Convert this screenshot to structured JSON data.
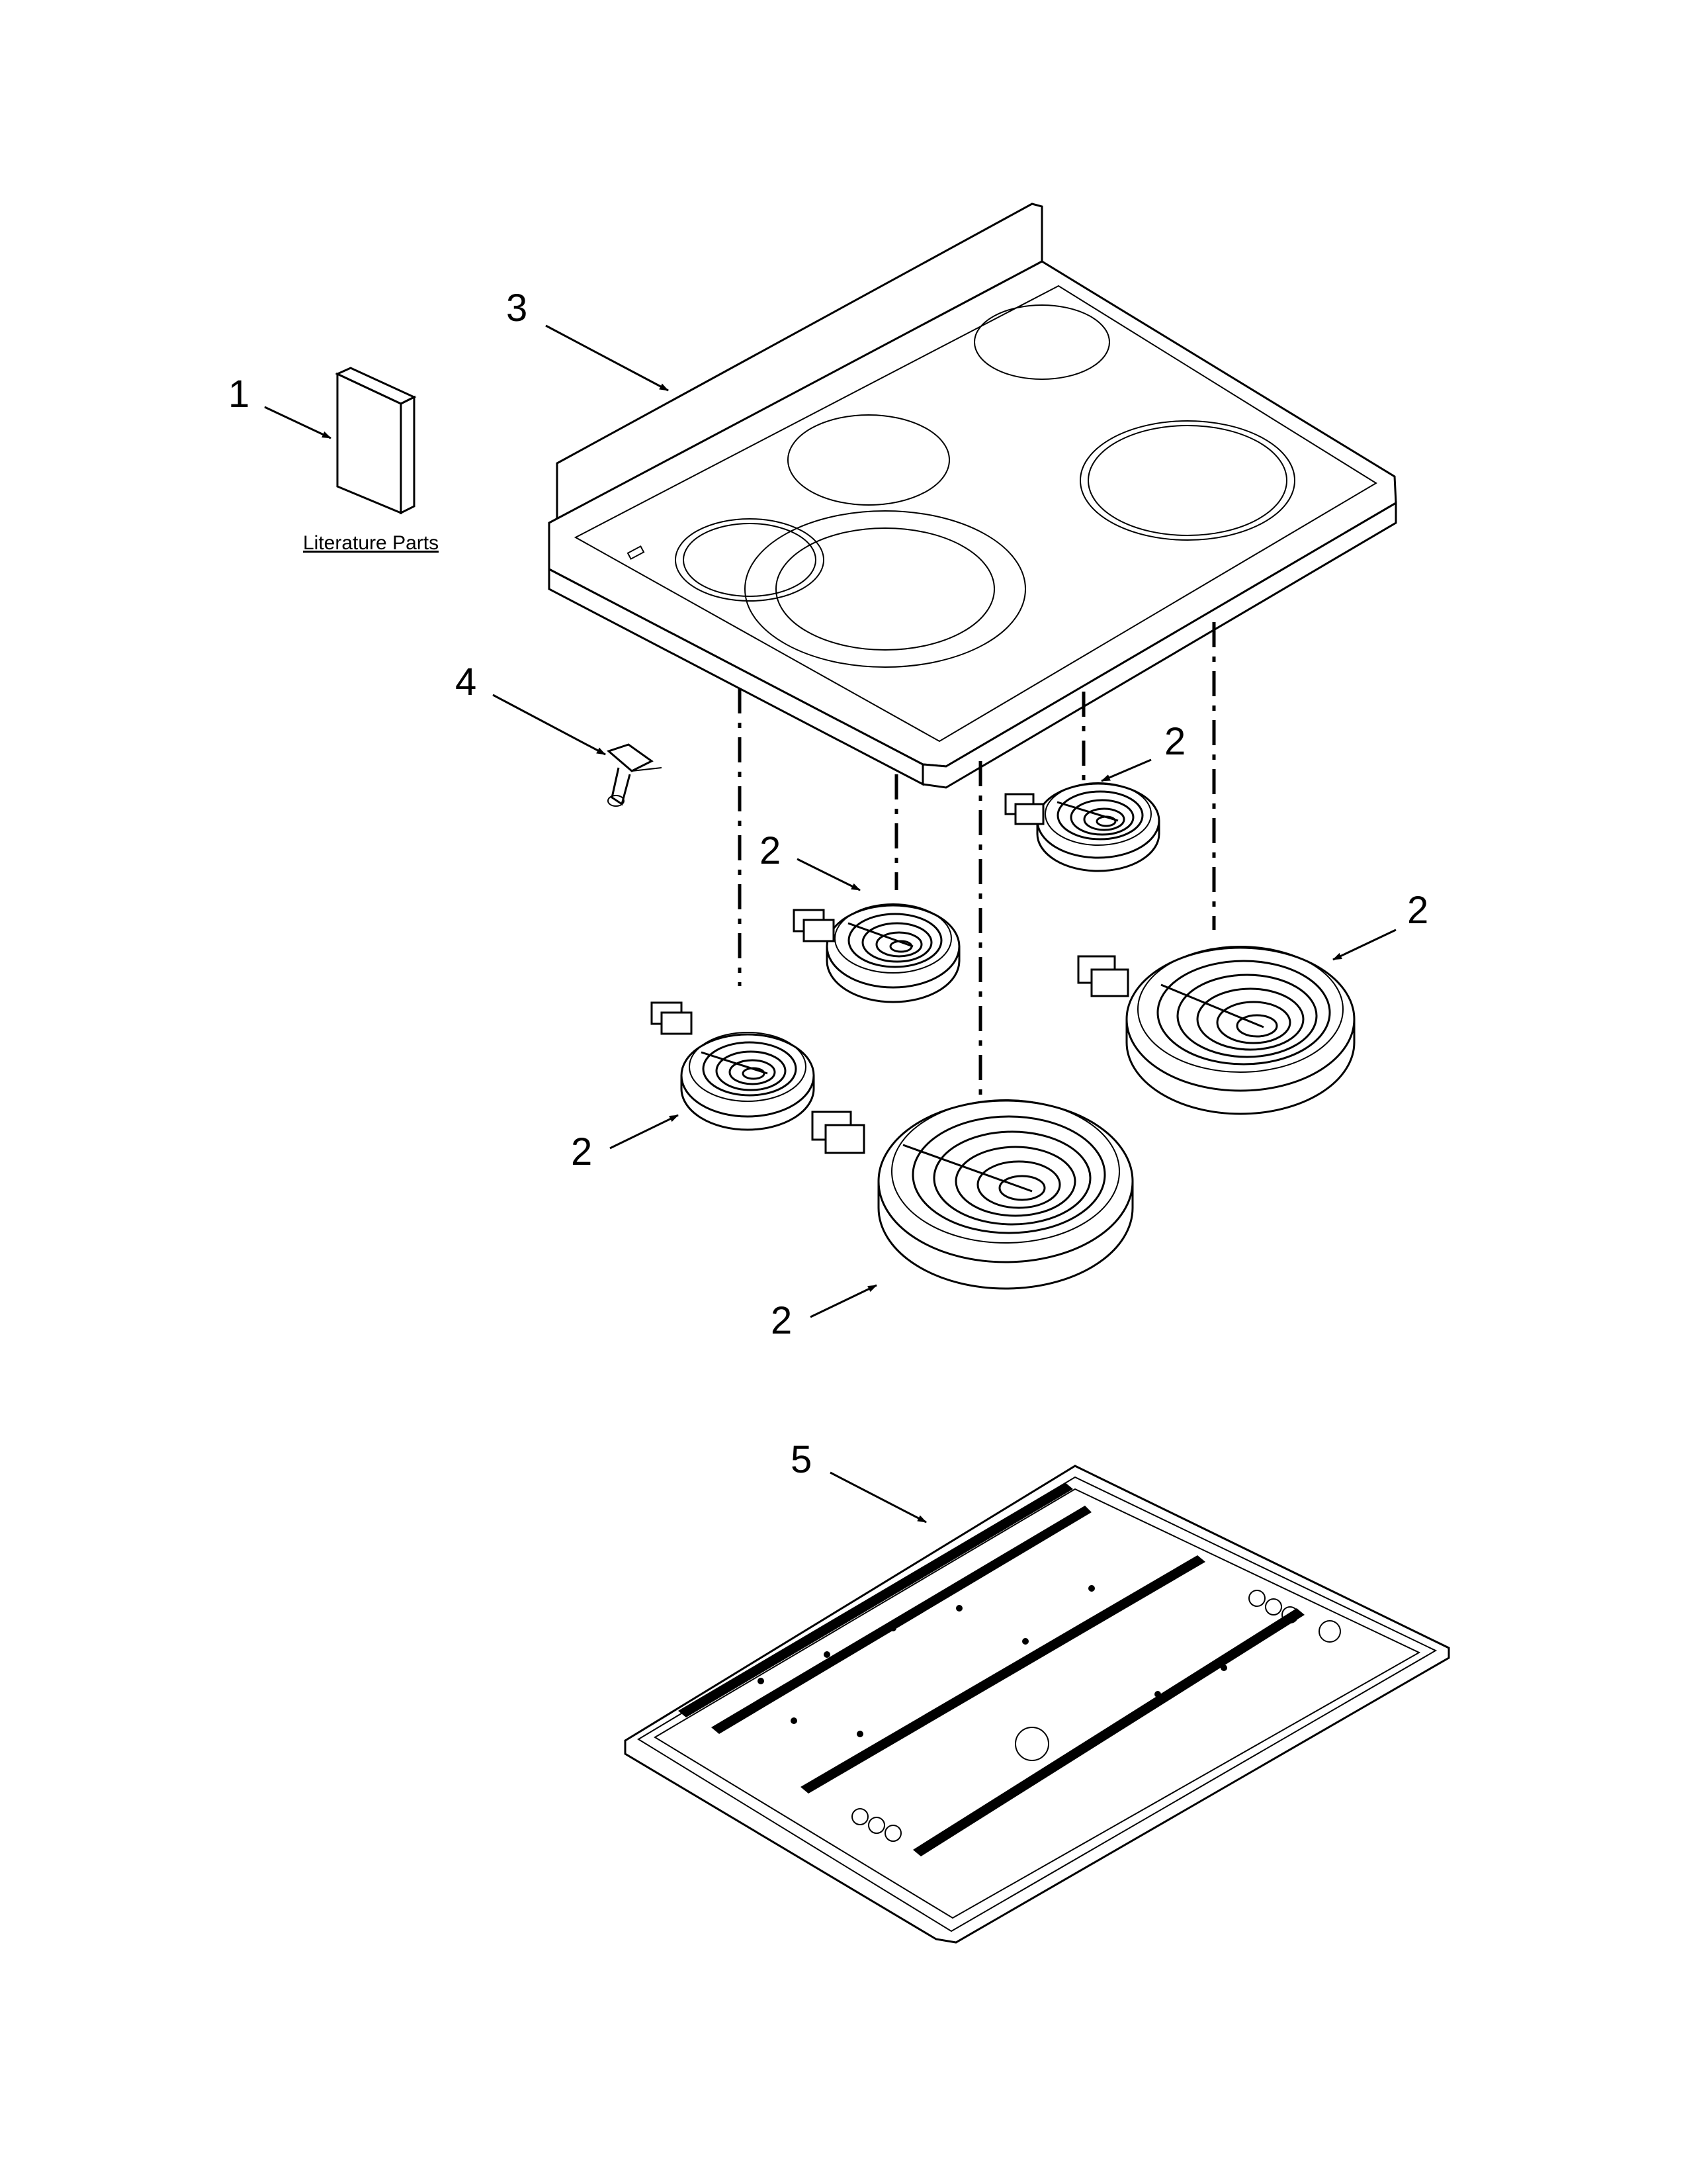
{
  "callouts": {
    "literature": "1",
    "element": "2",
    "cooktop": "3",
    "clip": "4",
    "tray": "5"
  },
  "literature_label": "Literature Parts"
}
